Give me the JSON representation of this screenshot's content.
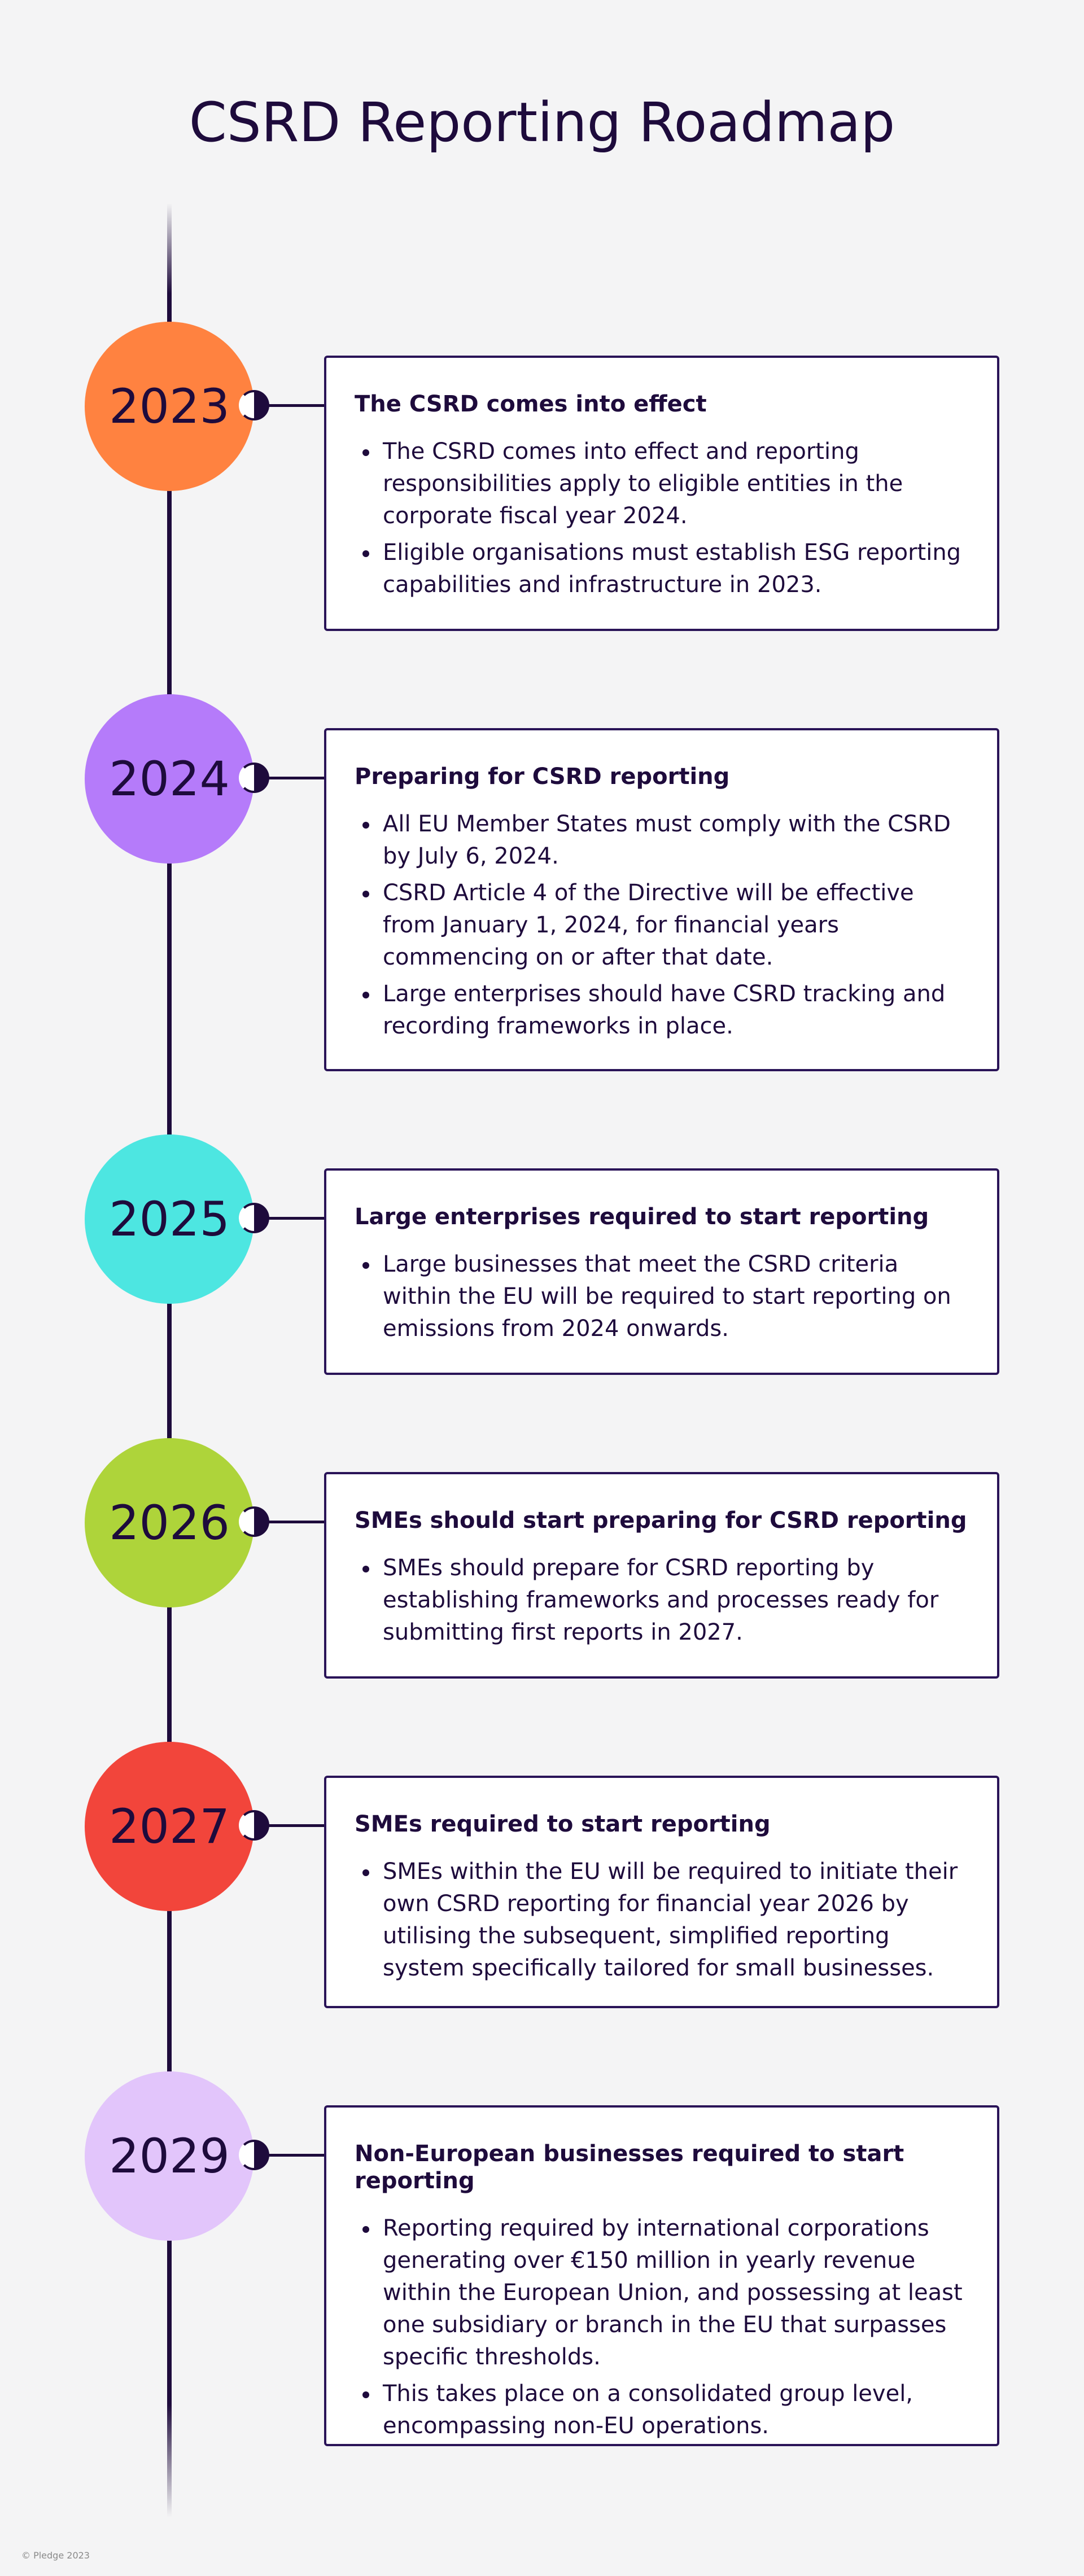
{
  "title": "CSRD Reporting Roadmap",
  "footer": "© Pledge 2023",
  "milestones": [
    {
      "year": "2023",
      "color": "#ff8240",
      "heading": "The CSRD comes into effect",
      "bullets": [
        "The CSRD comes into effect and reporting responsibilities apply to eligible entities in the corporate fiscal year 2024.",
        "Eligible organisations must establish ESG reporting capabilities and infrastructure in 2023."
      ]
    },
    {
      "year": "2024",
      "color": "#b57bfa",
      "heading": "Preparing for CSRD reporting",
      "bullets": [
        "All EU Member States must comply with the CSRD by July 6, 2024.",
        "CSRD Article 4 of the Directive will be effective from January 1, 2024, for financial years commencing on or after that date.",
        "Large enterprises should have CSRD tracking and recording frameworks in place."
      ]
    },
    {
      "year": "2025",
      "color": "#4de6e1",
      "heading": "Large enterprises required to start reporting",
      "bullets": [
        "Large businesses that meet the CSRD criteria within the EU will be required to start reporting on emissions from 2024 onwards."
      ]
    },
    {
      "year": "2026",
      "color": "#aed43a",
      "heading": "SMEs should start preparing for CSRD reporting",
      "bullets": [
        "SMEs should prepare for CSRD reporting by establishing frameworks and processes ready for submitting first reports in 2027."
      ]
    },
    {
      "year": "2027",
      "color": "#f2453b",
      "heading": "SMEs required to start reporting",
      "bullets": [
        "SMEs within the EU will be required to initiate their own CSRD reporting for financial year 2026 by utilising the subsequent, simplified reporting system specifically tailored for small businesses."
      ]
    },
    {
      "year": "2029",
      "color": "#e2c5fb",
      "heading": "Non-European businesses required to start reporting",
      "bullets": [
        "Reporting required by international corporations generating over €150 million in yearly revenue within the European Union, and possessing at least one subsidiary or branch in the EU that surpasses specific thresholds.",
        "This takes place on a consolidated group level, encompassing non-EU operations."
      ]
    }
  ]
}
